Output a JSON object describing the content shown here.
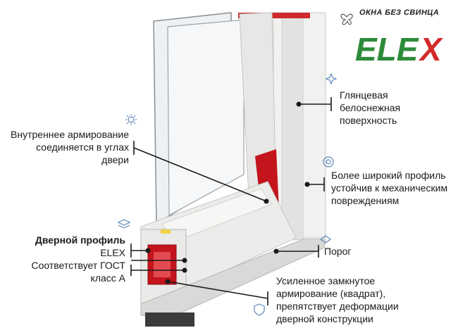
{
  "brand": {
    "tagline": "ОКНА БЕЗ СВИНЦА",
    "logo_text": "ELEX",
    "logo_green": "#2e8b3a",
    "logo_red": "#d32a2a"
  },
  "callouts": {
    "gloss": [
      "Глянцевая",
      "белоснежная",
      "поверхность"
    ],
    "reinforcement_corners": [
      "Внутреннее армирование",
      "соединяется в углах",
      "двери"
    ],
    "wide_profile": [
      "Более широкий профиль",
      "устойчив к механическим",
      "повреждениям"
    ],
    "profile_title": "Дверной профиль",
    "profile_lines": [
      "ELEX",
      "Соответствует ГОСТ",
      "класс А"
    ],
    "threshold": "Порог",
    "closed_reinforcement": [
      "Усиленное замкнутое",
      "армирование (квадрат),",
      "препятствует деформации",
      "дверной конструкции"
    ]
  },
  "icons": {
    "gloss": "sparkle-icon",
    "reinforcement": "sun-icon",
    "wide_profile": "roll-icon",
    "profile": "layers-icon",
    "threshold": "diamond-icon",
    "closed_reinforcement": "shield-icon"
  },
  "colors": {
    "pvc": "#eeeeec",
    "pvc_shade": "#d6d6d4",
    "steel_red": "#c4141c",
    "gasket": "#2b2b2b"
  }
}
